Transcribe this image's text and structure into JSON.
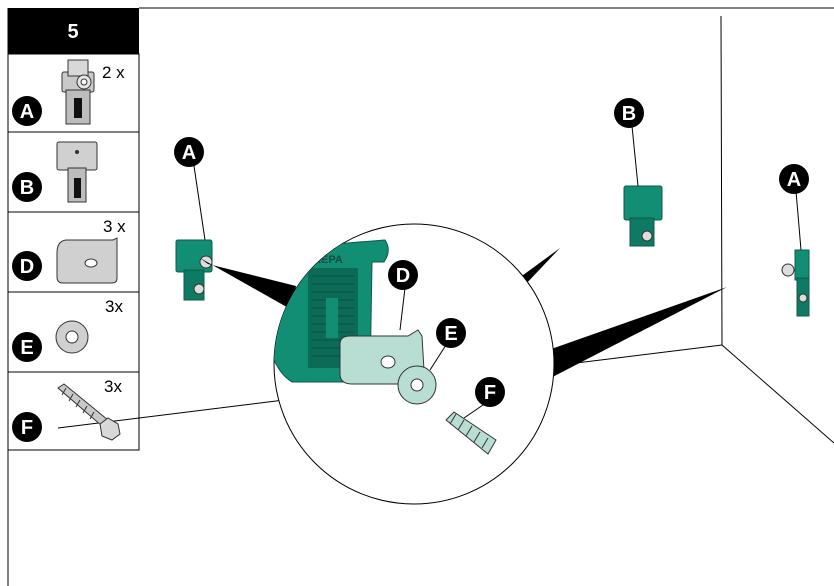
{
  "step_number": "5",
  "parts": [
    {
      "letter": "A",
      "quantity": "2 x"
    },
    {
      "letter": "B",
      "quantity": ""
    },
    {
      "letter": "D",
      "quantity": "3 x"
    },
    {
      "letter": "E",
      "quantity": "3x"
    },
    {
      "letter": "F",
      "quantity": "3x"
    }
  ],
  "callouts": {
    "left_bracket": "A",
    "center_bracket": "B",
    "right_bracket": "A",
    "detail_clip": "D",
    "detail_washer": "E",
    "detail_screw": "F"
  },
  "detail_brand_text": "IEPA",
  "colors": {
    "teal": "#128e74",
    "teal_dark": "#0c6b57",
    "light_green": "#b8ddd3",
    "grey": "#c8c8c8",
    "black": "#000000"
  }
}
